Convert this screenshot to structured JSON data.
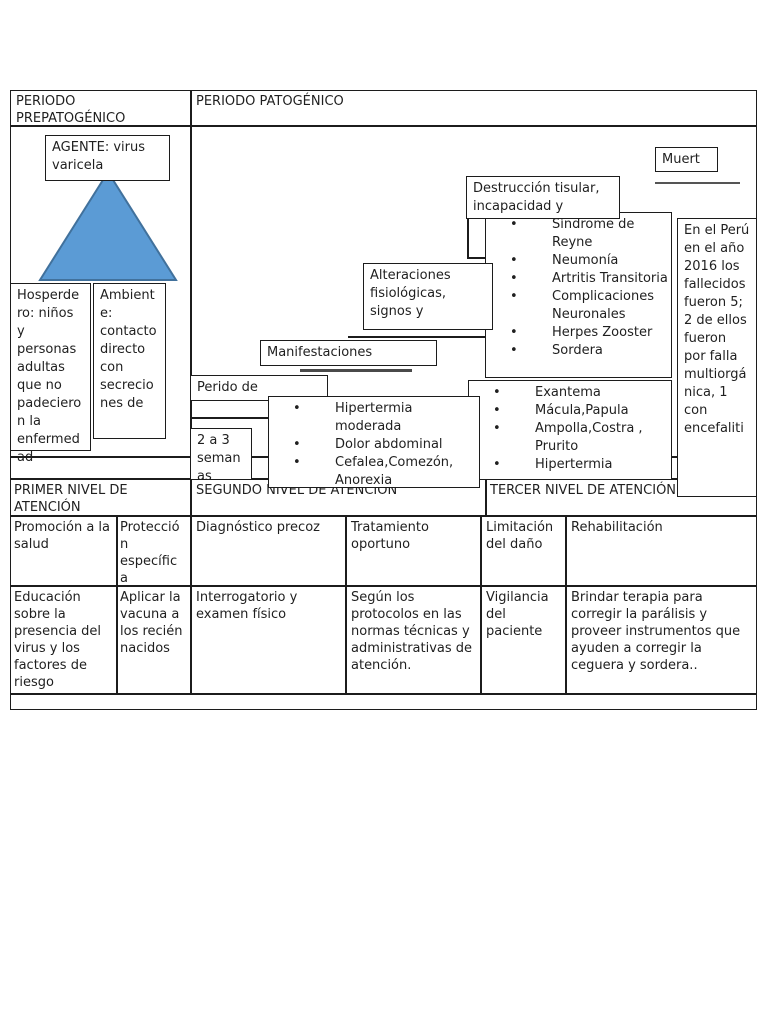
{
  "header": {
    "left": "PERIODO PREPATOGÉNICO",
    "right": "PERIODO PATOGÉNICO"
  },
  "prepatogenico": {
    "agente": "AGENTE: virus varicela",
    "hospedero": "Hosperdero: niños y personas adultas que no padecieron la enfermedad",
    "ambiente": "Ambiente: contacto directo con secreciones de"
  },
  "patogenico": {
    "muerte": "Muert",
    "destruccion": "Destrucción tisular, incapacidad y",
    "complicaciones": [
      "Síndrome de Reyne",
      "Neumonía",
      "Artritis Transitoria",
      "Complicaciones Neuronales",
      "Herpes Zooster",
      "Sordera"
    ],
    "nota_peru": "En el Perú en el año 2016 los fallecidos fueron 5; 2 de ellos fueron por falla multiorgánica, 1 con encefaliti",
    "alteraciones": "Alteraciones fisiológicas, signos y",
    "manifestaciones": "Manifestaciones",
    "periodo_de": "Perido de",
    "incubacion": "2 a 3 semanas",
    "sintomas": [
      "Hipertermia moderada",
      "Dolor abdominal",
      "Cefalea,Comezón, Anorexia"
    ],
    "signos": [
      "Exantema",
      "Mácula,Papula",
      "Ampolla,Costra , Prurito",
      "Hipertermia"
    ]
  },
  "niveles": {
    "primer_titulo": "PRIMER NIVEL DE ATENCIÓN",
    "segundo_titulo": "SEGUNDO NIVEL DE ATENCIÓN",
    "tercer_titulo": "TERCER NIVEL DE ATENCIÓN",
    "columns": [
      {
        "header": "Promoción a la salud",
        "body": "Educación sobre la presencia del virus y los factores de riesgo"
      },
      {
        "header": "Protección específica",
        "body": "Aplicar la vacuna a los recién nacidos"
      },
      {
        "header": "Diagnóstico precoz",
        "body": "Interrogatorio y examen físico"
      },
      {
        "header": "Tratamiento oportuno",
        "body": "Según los protocolos en las normas técnicas y administrativas de atención."
      },
      {
        "header": "Limitación del daño",
        "body": "Vigilancia del paciente"
      },
      {
        "header": "Rehabilitación",
        "body": "Brindar terapia para corregir la parálisis y proveer instrumentos que ayuden a corregir la ceguera y sordera.."
      }
    ]
  },
  "colors": {
    "triangle_fill": "#5b9bd5",
    "triangle_stroke": "#41719c",
    "line": "#1c1c1c"
  }
}
